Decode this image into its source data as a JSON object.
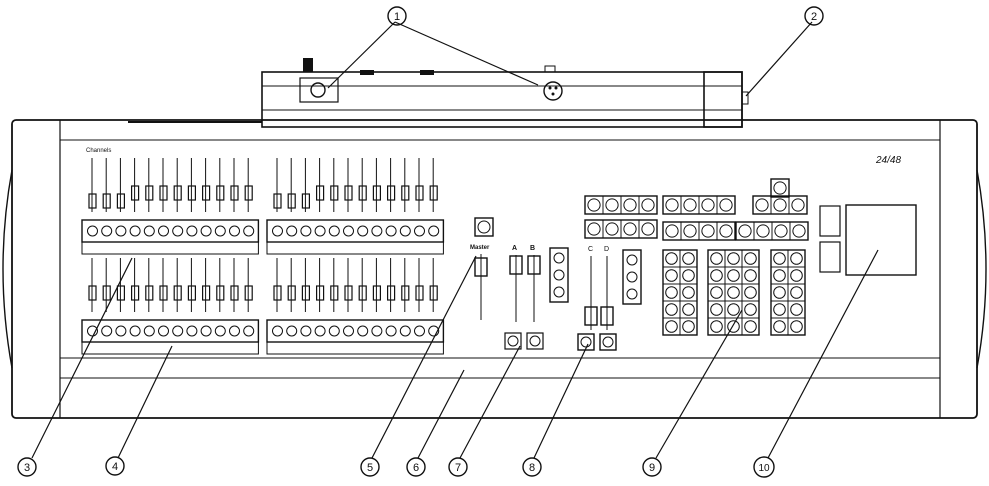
{
  "panel": {
    "channels_label": "Channels",
    "master_label": "Master",
    "crossfader_a": "A",
    "crossfader_b": "B",
    "crossfader_c": "C",
    "crossfader_d": "D",
    "logo": "24/48"
  },
  "callouts": [
    "1",
    "2",
    "3",
    "4",
    "5",
    "6",
    "7",
    "8",
    "9",
    "10"
  ],
  "fader_bank_count": 12
}
